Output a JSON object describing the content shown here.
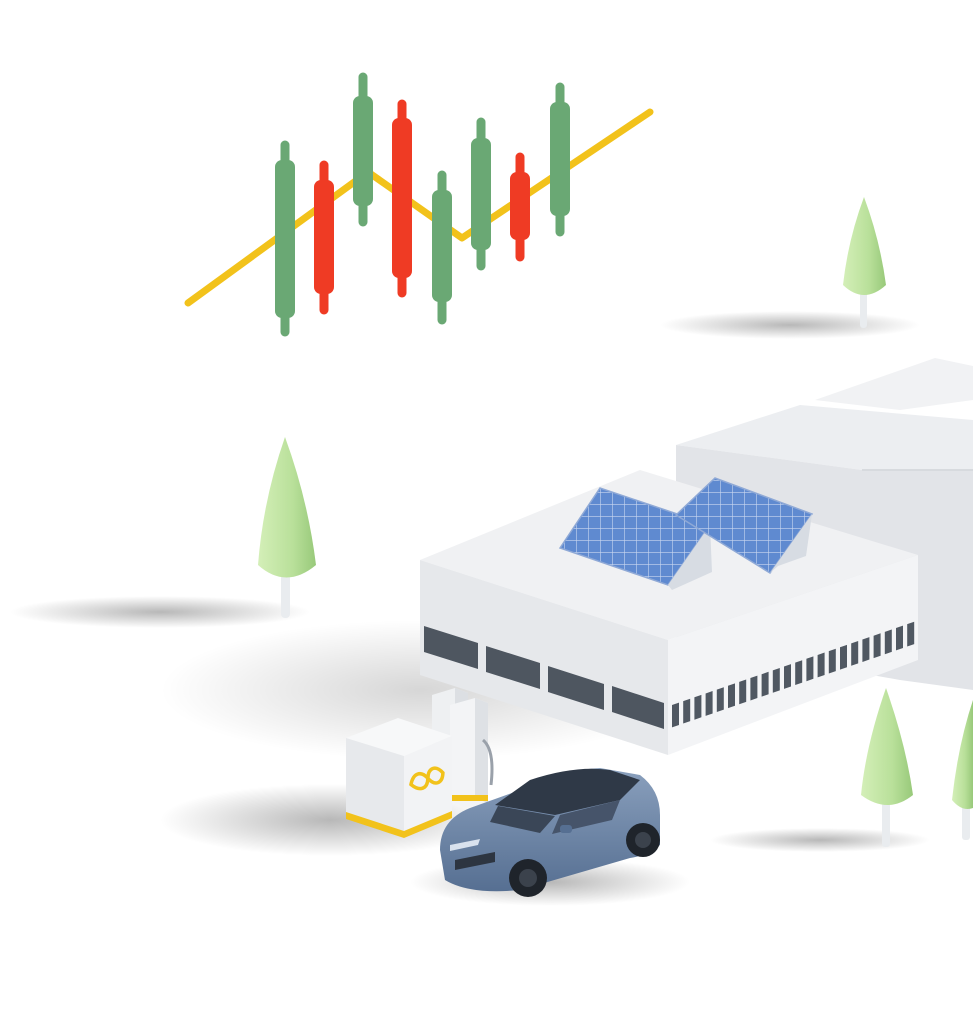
{
  "scene": {
    "description_free": true,
    "colors": {
      "background": "#ffffff",
      "candle_up": "#6aa874",
      "candle_down": "#ef3b24",
      "trend_line": "#f2c21b",
      "tree_foliage": "#bfe3a0",
      "tree_foliage_shade": "#9fcf80",
      "building_top": "#f1f2f4",
      "building_side": "#e3e5e8",
      "window": "#505862",
      "solar_panel": "#5b86c9",
      "car_body": "#6b84a5",
      "charger_accent": "#f2c21b"
    },
    "candles": [
      {
        "direction": "up"
      },
      {
        "direction": "down"
      },
      {
        "direction": "up"
      },
      {
        "direction": "down"
      },
      {
        "direction": "up"
      },
      {
        "direction": "up"
      },
      {
        "direction": "down"
      },
      {
        "direction": "up"
      }
    ],
    "icons": {
      "storage_logo": "infinity-icon"
    }
  }
}
